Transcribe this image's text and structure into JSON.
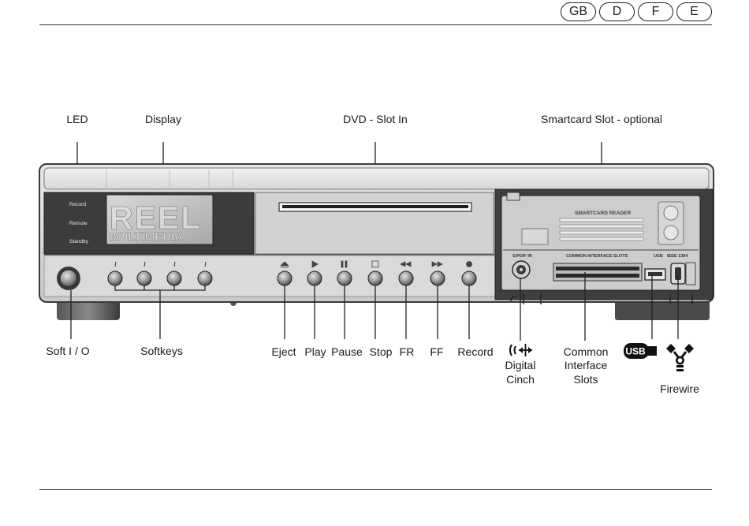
{
  "languages": [
    "GB",
    "D",
    "F",
    "E"
  ],
  "callouts": {
    "led": "LED",
    "display": "Display",
    "dvd_slot": "DVD - Slot In",
    "smartcard_slot": "Smartcard Slot - optional",
    "soft_io": "Soft I / O",
    "softkeys": "Softkeys",
    "eject": "Eject",
    "play": "Play",
    "pause": "Pause",
    "stop": "Stop",
    "fr": "FR",
    "ff": "FF",
    "record": "Record",
    "digital_cinch_1": "Digital",
    "digital_cinch_2": "Cinch",
    "common_1": "Common",
    "common_2": "Interface",
    "common_3": "Slots",
    "firewire": "Firewire"
  },
  "device": {
    "led_labels": [
      "Record",
      "Remote",
      "Standby"
    ],
    "logo_line1": "REEL",
    "logo_line2": "MULTIMEDIA",
    "smartcard_reader": "SMARTCARD READER",
    "spdif_in": "S/PDIF IN",
    "common_interface_slots": "COMMON INTERFACE SLOTS",
    "usb": "USB",
    "ieee": "IEEE 1394"
  },
  "icons": {
    "usb_badge": "USB"
  }
}
